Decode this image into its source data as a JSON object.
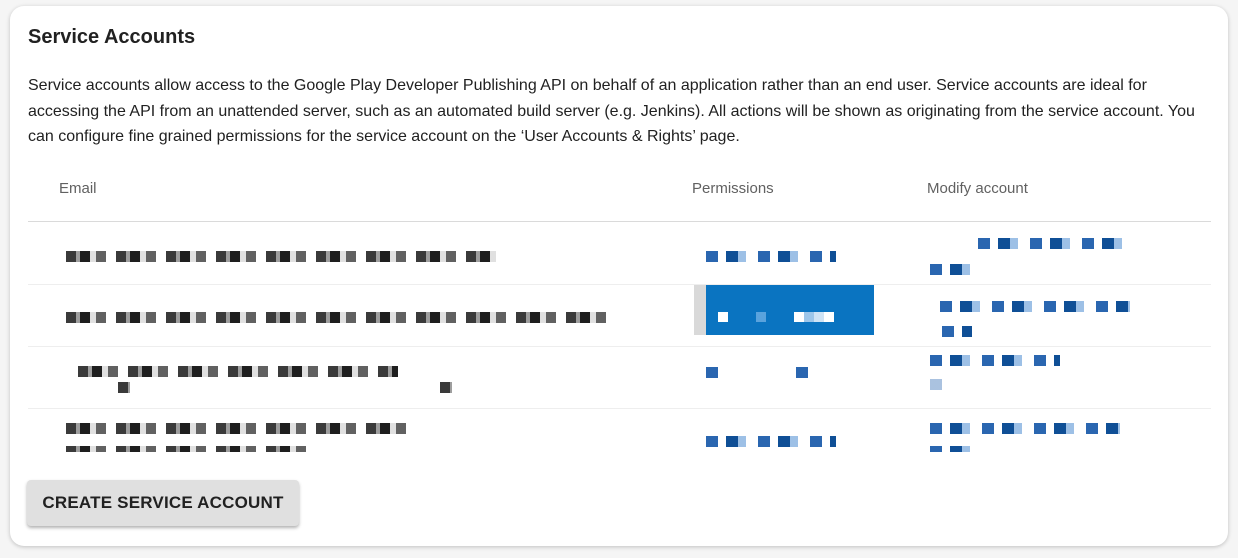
{
  "card": {
    "title": "Service Accounts",
    "description": "Service accounts allow access to the Google Play Developer Publishing API on behalf of an application rather than an end user. Service accounts are ideal for accessing the API from an unattended server, such as an automated build server (e.g. Jenkins). All actions will be shown as originating from the service account. You can configure fine grained permissions for the service account on the ‘User Accounts & Rights’ page."
  },
  "table": {
    "columns": {
      "email": "Email",
      "permissions": "Permissions",
      "modify": "Modify account"
    },
    "rows": [
      {
        "email": "",
        "permissions": "",
        "modify": ""
      },
      {
        "email": "",
        "permissions": "",
        "modify": ""
      },
      {
        "email": "",
        "permissions": "",
        "modify": ""
      },
      {
        "email": "",
        "permissions": "",
        "modify": ""
      }
    ]
  },
  "actions": {
    "create_label": "CREATE SERVICE ACCOUNT"
  },
  "colors": {
    "accent": "#0a74c1",
    "link": "#2a66b0",
    "button_bg": "#e0e0e0"
  }
}
